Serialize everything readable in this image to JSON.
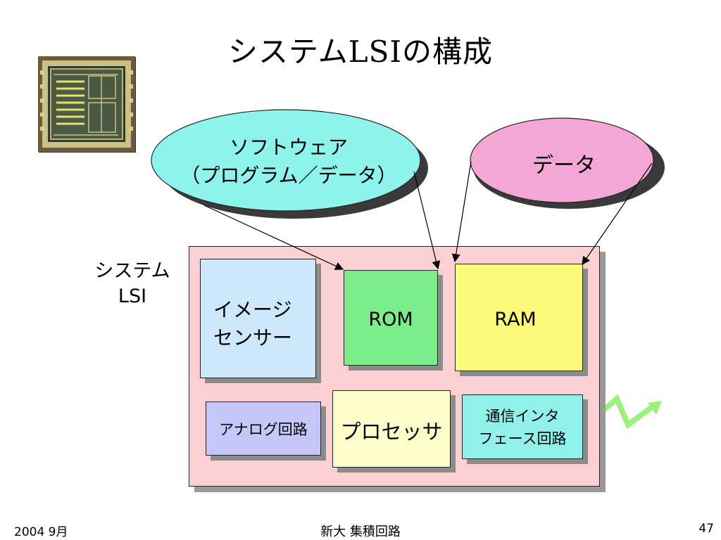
{
  "slide": {
    "title": "システムLSIの構成",
    "lsi_label_line1": "システム",
    "lsi_label_line2": "LSI"
  },
  "ellipses": {
    "software_line1": "ソフトウェア",
    "software_line2": "（プログラム／データ）",
    "data": "データ",
    "software_color": "#8ef3ea",
    "data_color": "#f4a6d4"
  },
  "blocks": {
    "image_sensor_line1": "イメージ",
    "image_sensor_line2": "センサー",
    "rom": "ROM",
    "ram": "RAM",
    "analog": "アナログ回路",
    "processor": "プロセッサ",
    "comm_line1": "通信インタ",
    "comm_line2": "フェース回路"
  },
  "colors": {
    "board": "#fccfd3",
    "image_sensor": "#cde8fb",
    "rom": "#7ded8c",
    "ram": "#fbf97a",
    "analog": "#c6c6f9",
    "processor": "#fdfdc9",
    "comm": "#90f0ea",
    "wireless_arrow": "#9cf07e"
  },
  "footer": {
    "date": "2004 9月",
    "course": "新大 集積回路",
    "page": "47"
  }
}
